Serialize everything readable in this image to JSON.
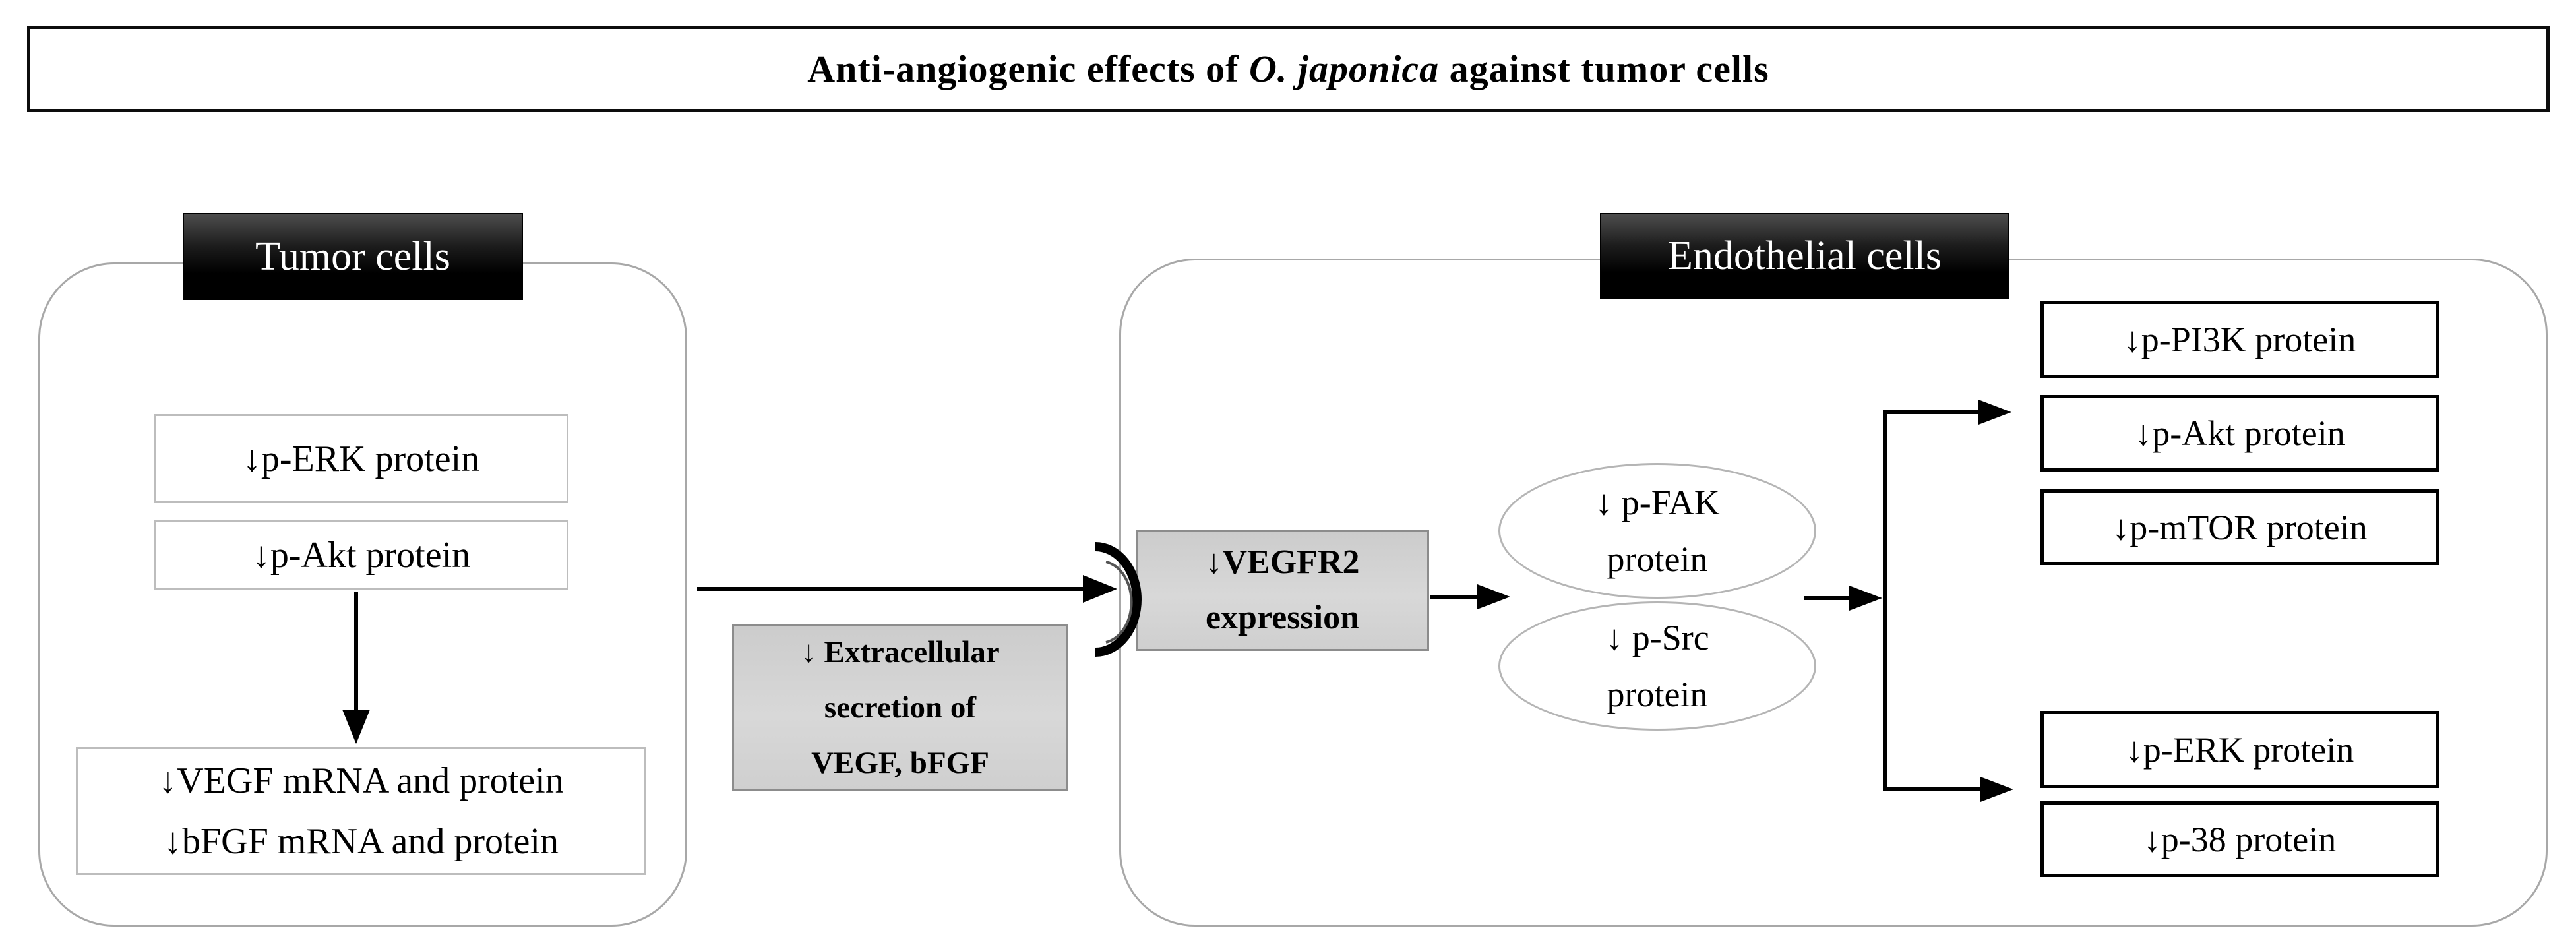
{
  "title": {
    "prefix": "Anti-angiogenic effects of ",
    "species": "O. japonica",
    "suffix": " against tumor cells"
  },
  "tumor": {
    "header": "Tumor cells",
    "box_perk": "↓p-ERK protein",
    "box_pakt": "↓p-Akt protein",
    "box_vegf_line1": "↓VEGF mRNA and protein",
    "box_vegf_line2": "↓bFGF mRNA and protein"
  },
  "middle": {
    "extracellular_line1": "↓ Extracellular",
    "extracellular_line2": "secretion of",
    "extracellular_line3": "VEGF, bFGF"
  },
  "endothelial": {
    "header": "Endothelial cells",
    "vegfr2_line1": "↓VEGFR2",
    "vegfr2_line2": "expression",
    "ellipse_fak_line1": "↓ p-FAK",
    "ellipse_fak_line2": "protein",
    "ellipse_src_line1": "↓ p-Src",
    "ellipse_src_line2": "protein",
    "box_pi3k": "↓p-PI3K protein",
    "box_akt": "↓p-Akt protein",
    "box_mtor": "↓p-mTOR protein",
    "box_erk": "↓p-ERK protein",
    "box_p38": "↓p-38 protein"
  },
  "icons": {
    "receptor": "vegfr2-receptor-icon",
    "arrows": "flow-arrow"
  },
  "colors": {
    "header_bg": "#000000",
    "header_text": "#ffffff",
    "gray_box_bg": "#d3d3d3",
    "container_border": "#a8a8a8",
    "light_box_border": "#bdbdbd",
    "black_box_border": "#000000",
    "arrow": "#000000"
  }
}
